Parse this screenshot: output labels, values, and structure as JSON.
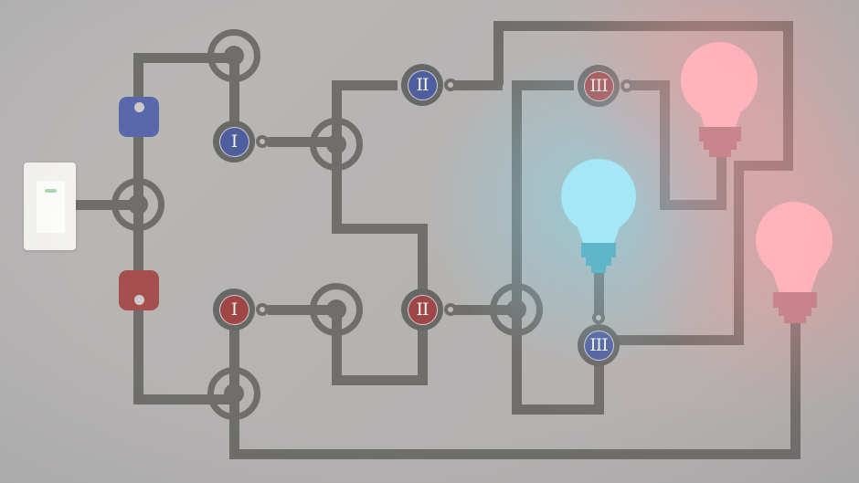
{
  "game": {
    "name": "circuit-light-puzzle",
    "background_color": "#b6b4b3",
    "wire_color": "#6f6e6b",
    "wall_switch": {
      "state": "on",
      "led_color": "#a8d9ae"
    },
    "toggle_squares": [
      {
        "id": "blue-square",
        "color": "#5868aa",
        "dot_position": "top"
      },
      {
        "id": "red-square",
        "color": "#a54f4f",
        "dot_position": "bottom"
      }
    ],
    "gates": [
      {
        "id": "gate-blue-1",
        "label": "I",
        "color": "#4f5f9e"
      },
      {
        "id": "gate-blue-2",
        "label": "II",
        "color": "#4f5f9e"
      },
      {
        "id": "gate-blue-3",
        "label": "III",
        "color": "#4f5f9e"
      },
      {
        "id": "gate-red-1",
        "label": "I",
        "color": "#9f4747"
      },
      {
        "id": "gate-red-2",
        "label": "II",
        "color": "#9f4747"
      },
      {
        "id": "gate-red-3",
        "label": "III",
        "color": "#9f4747"
      }
    ],
    "bulbs": [
      {
        "id": "bulb-cyan",
        "lit": true,
        "color": "#a5e7f4",
        "base_color": "#5fb6c8",
        "glow_color": "rgba(125,220,242,0.5)"
      },
      {
        "id": "bulb-pink-top",
        "lit": true,
        "color": "#ffb4b9",
        "base_color": "#c8858b",
        "glow_color": "rgba(255,148,152,0.5)"
      },
      {
        "id": "bulb-pink-right",
        "lit": true,
        "color": "#ffb4b9",
        "base_color": "#c8858b",
        "glow_color": "rgba(255,148,152,0.5)"
      }
    ]
  }
}
